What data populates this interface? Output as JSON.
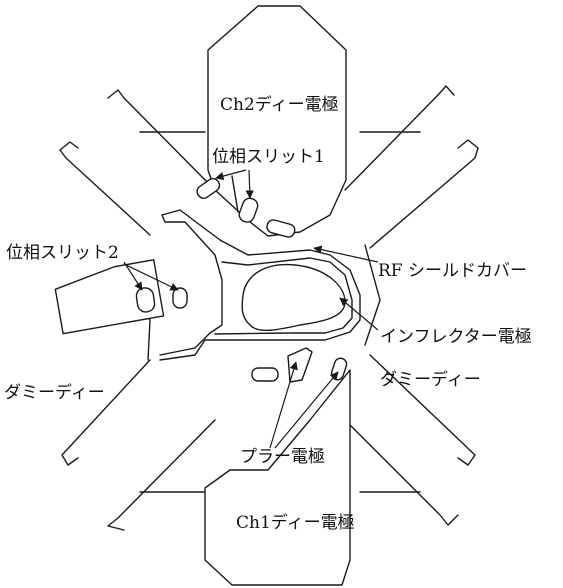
{
  "labels": {
    "ch2_dee": "Ch2ディー電極",
    "phase_slit_1": "位相スリット1",
    "phase_slit_2": "位相スリット2",
    "rf_shield_cover": "RF シールドカバー",
    "inflector": "インフレクター電極",
    "dummy_dee_left": "ダミーディー",
    "dummy_dee_right": "ダミーディー",
    "puller": "プラー電極",
    "ch1_dee": "Ch1ディー電極"
  },
  "colors": {
    "stroke": "#1a1a1a",
    "background": "#ffffff"
  }
}
